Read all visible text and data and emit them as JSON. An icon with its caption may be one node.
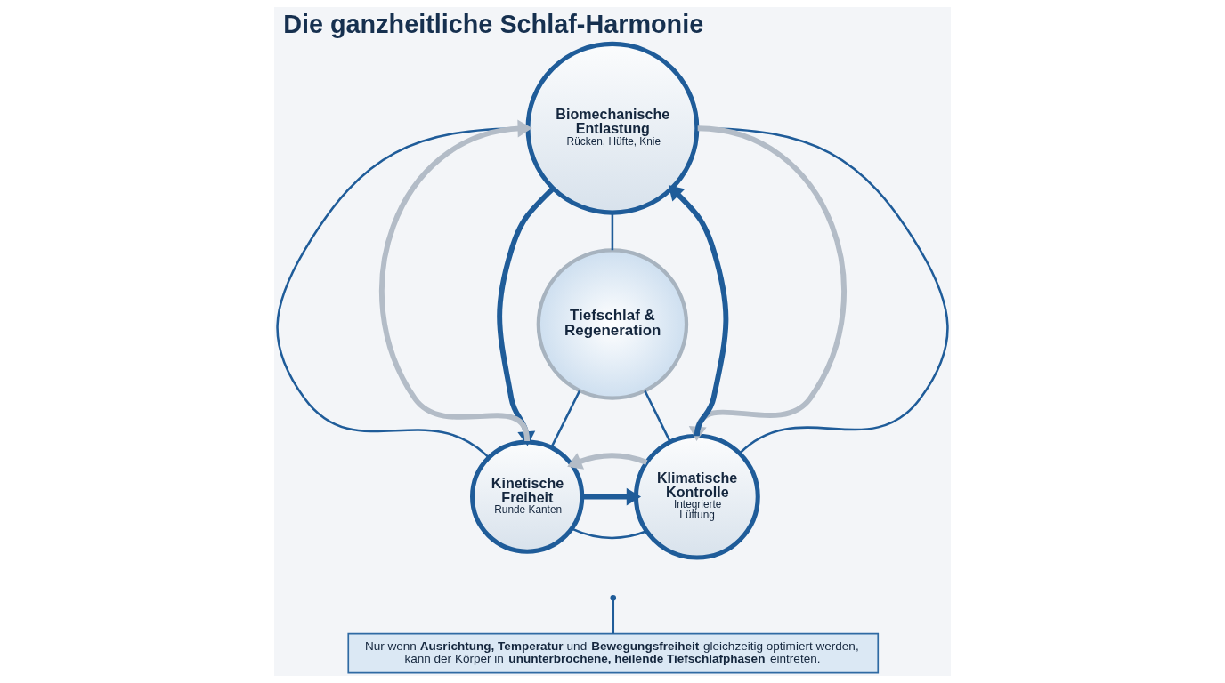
{
  "diagram": {
    "title": "Die ganzheitliche Schlaf-Harmonie",
    "nodes": [
      {
        "text": [
          "Biomechanische Entlastung",
          "Rücken, Hüfte, Knie"
        ]
      },
      {
        "text": [
          "Tiefschlaf & Regeneration"
        ]
      },
      {
        "text": [
          "Kinetische Freiheit",
          "Runde Kanten"
        ]
      },
      {
        "text": [
          "Klimatische Kontrolle",
          "Integrierte Lüftung"
        ]
      },
      {
        "text": [
          "Nur wenn **Ausrichtung, Temperatur** und **Bewegungsfreiheit** gleichzeitig optimiert werden, kann der Körper in **ununterbrochene, heilende Tiefschlafphasen** eintreten."
        ]
      }
    ],
    "edges": [
      {
        "from": 0,
        "to": 2,
        "arrow": "none"
      },
      {
        "from": 0,
        "to": 3,
        "arrow": "none"
      },
      {
        "from": 2,
        "to": 3,
        "arrow": "none"
      },
      {
        "from": 0,
        "to": 1,
        "arrow": "none"
      },
      {
        "from": 1,
        "to": 2,
        "arrow": "none"
      },
      {
        "from": 1,
        "to": 3,
        "arrow": "none"
      },
      {
        "from": 2,
        "to": 0,
        "arrow": "to",
        "style": "thick",
        "color": "#b3bcc7"
      },
      {
        "from": 0,
        "to": 2,
        "arrow": "to",
        "style": "thick"
      },
      {
        "from": 0,
        "to": 3,
        "arrow": "to",
        "style": "thick",
        "color": "#b3bcc7"
      },
      {
        "from": 3,
        "to": 0,
        "arrow": "to",
        "style": "thick"
      },
      {
        "from": 2,
        "to": 3,
        "arrow": "to",
        "style": "thick"
      },
      {
        "from": 3,
        "to": 2,
        "arrow": "to",
        "style": "thick",
        "color": "#b3bcc7"
      },
      {
        "from": null,
        "to": 4,
        "arrow": "other"
      }
    ]
  }
}
